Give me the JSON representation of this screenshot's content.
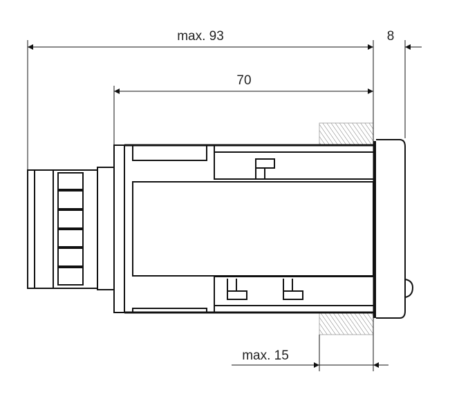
{
  "dimensions": {
    "overall_depth": "max. 93",
    "body_depth": "70",
    "bezel_depth": "8",
    "panel_thickness": "max. 15"
  },
  "colors": {
    "line": "#111111",
    "hatch": "#777777",
    "background": "#ffffff"
  }
}
